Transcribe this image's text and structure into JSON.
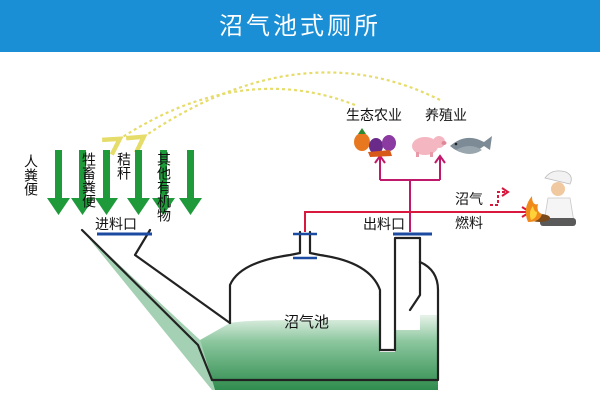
{
  "title": "沼气池式厕所",
  "inputs": {
    "human_manure": "人粪便",
    "livestock_manure": "牲畜粪便",
    "straw": "秸秆",
    "other_organic": "其他有机物"
  },
  "inlet_label": "进料口",
  "outlet_label": "出料口",
  "digester_label": "沼气池",
  "gas_label": "沼气",
  "fuel_label": "燃料",
  "eco_farming_label": "生态农业",
  "breeding_label": "养殖业",
  "colors": {
    "banner": "#1a8fd6",
    "arrow_green": "#1e9a3a",
    "slurry_green": "#3f9d5e",
    "pipe_red": "#c0186a",
    "gas_red": "#d8183c",
    "recycle_dotted": "#e6dc6a",
    "port_blue": "#1b4aa0"
  },
  "icons": [
    "vegetables-icon",
    "pig-icon",
    "fish-icon",
    "cook-icon",
    "fire-icon"
  ]
}
